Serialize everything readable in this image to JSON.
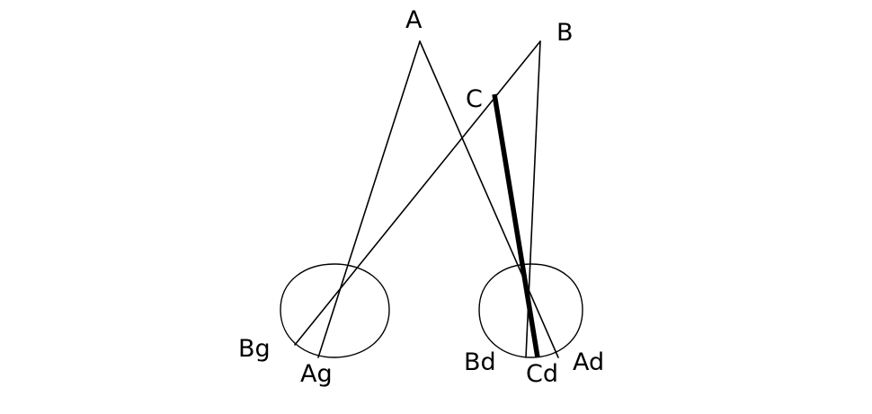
{
  "labels": {
    "A": "A",
    "B": "B",
    "C": "C",
    "Ag": "Ag",
    "Bg": "Bg",
    "Ad": "Ad",
    "Bd": "Bd",
    "Cd": "Cd"
  },
  "colors": {
    "ink": "#000000",
    "background": "#ffffff"
  }
}
